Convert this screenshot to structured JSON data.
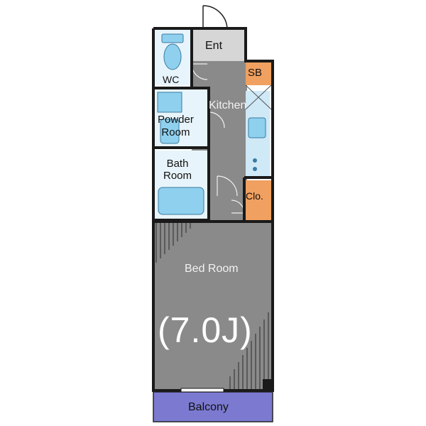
{
  "floorplan": {
    "rooms": {
      "entrance": "Ent",
      "wc": "WC",
      "shoe_box": "SB",
      "kitchen": "Kitchen",
      "powder_room": "Powder\nRoom",
      "bath_room": "Bath\nRoom",
      "closet": "Clo.",
      "bed_room": "Bed Room",
      "balcony": "Balcony"
    },
    "bed_room_size": "(7.0J)"
  },
  "colors": {
    "floor_gray": "#8a8a8a",
    "wall": "#1a1a1a",
    "wet_area_blue": "#e8f4fb",
    "fixture_blue": "#8fd0ee",
    "storage_orange": "#f0a060",
    "balcony_purple": "#7b7ad0",
    "entrance_gray": "#d6d6d6"
  }
}
